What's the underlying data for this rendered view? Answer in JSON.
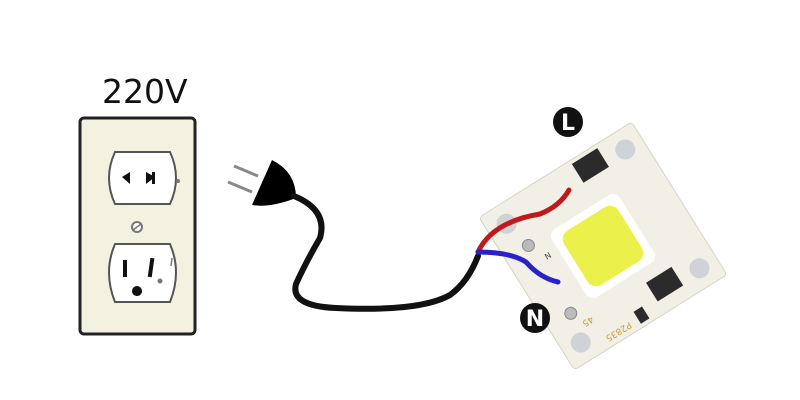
{
  "labels": {
    "voltage": "220V",
    "live": "L",
    "neutral": "N"
  },
  "pcb": {
    "model_text": "P2835",
    "watt_text": "45",
    "pad_marker": "N"
  },
  "colors": {
    "outlet_plate": "#f4f1e1",
    "outlet_border": "#222222",
    "cord": "#111111",
    "wire_live": "#c0191d",
    "wire_neutral": "#2a22c8",
    "pcb_board": "#f2efe6",
    "led_chip": "#ecf04a",
    "badge_bg": "#111111",
    "badge_fg": "#ffffff"
  },
  "icons": {
    "outlet": "wall-outlet-duplex",
    "plug": "power-plug",
    "led": "cob-led-module"
  }
}
